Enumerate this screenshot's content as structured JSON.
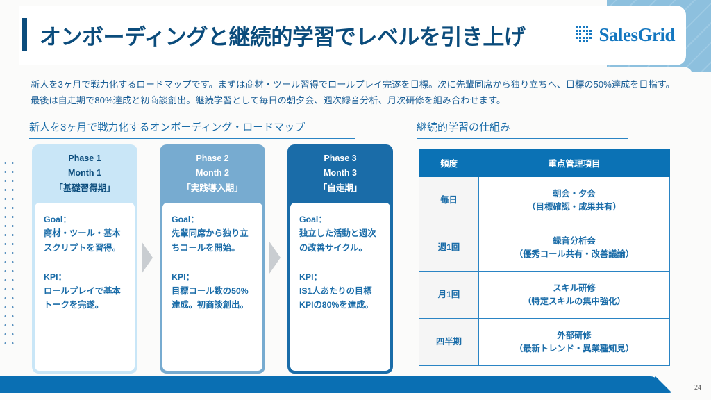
{
  "slide": {
    "page_number": "24",
    "title": "オンボーディングと継続的学習でレベルを引き上げ",
    "logo_text": "SalesGrid",
    "lead": "新人を3ヶ月で戦力化するロードマップです。まずは商材・ツール習得でロールプレイ完遂を目標。次に先輩同席から独り立ちへ、目標の50%達成を目指す。最後は自走期で80%達成と初商談創出。継続学習として毎日の朝夕会、週次録音分析、月次研修を組み合わせます。"
  },
  "colors": {
    "title_navy": "#0b4c7c",
    "accent_blue": "#1a6ca8",
    "header_blue": "#0b72b5",
    "phase1_bg": "#c9e6f7",
    "phase2_bg": "#77abd0",
    "phase3_bg": "#1a6ca8",
    "stripe_blue": "#8dc0de",
    "bottom_bar": "#0a6fb3"
  },
  "sections": {
    "roadmap_heading": "新人を3ヶ月で戦力化するオンボーディング・ロードマップ",
    "learning_heading": "継続的学習の仕組み"
  },
  "phases": [
    {
      "phase": "Phase 1",
      "month": "Month 1",
      "name": "「基礎習得期」",
      "goal_label": "Goal：",
      "goal_text": "商材・ツール・基本スクリプトを習得。",
      "kpi_label": "KPI：",
      "kpi_text": "ロールプレイで基本トークを完遂。"
    },
    {
      "phase": "Phase 2",
      "month": "Month 2",
      "name": "「実践導入期」",
      "goal_label": "Goal：",
      "goal_text": "先輩同席から独り立ちコールを開始。",
      "kpi_label": "KPI：",
      "kpi_text": "目標コール数の50%達成。初商談創出。"
    },
    {
      "phase": "Phase 3",
      "month": "Month 3",
      "name": "「自走期」",
      "goal_label": "Goal：",
      "goal_text": "独立した活動と週次の改善サイクル。",
      "kpi_label": "KPI：",
      "kpi_text": "IS1人あたりの目標KPIの80%を達成。"
    }
  ],
  "table": {
    "headers": [
      "頻度",
      "重点管理項目"
    ],
    "rows": [
      {
        "freq": "毎日",
        "item_title": "朝会・夕会",
        "item_detail": "（目標確認・成果共有）"
      },
      {
        "freq": "週1回",
        "item_title": "録音分析会",
        "item_detail": "（優秀コール共有・改善議論）"
      },
      {
        "freq": "月1回",
        "item_title": "スキル研修",
        "item_detail": "（特定スキルの集中強化）"
      },
      {
        "freq": "四半期",
        "item_title": "外部研修",
        "item_detail": "（最新トレンド・異業種知見）"
      }
    ]
  }
}
